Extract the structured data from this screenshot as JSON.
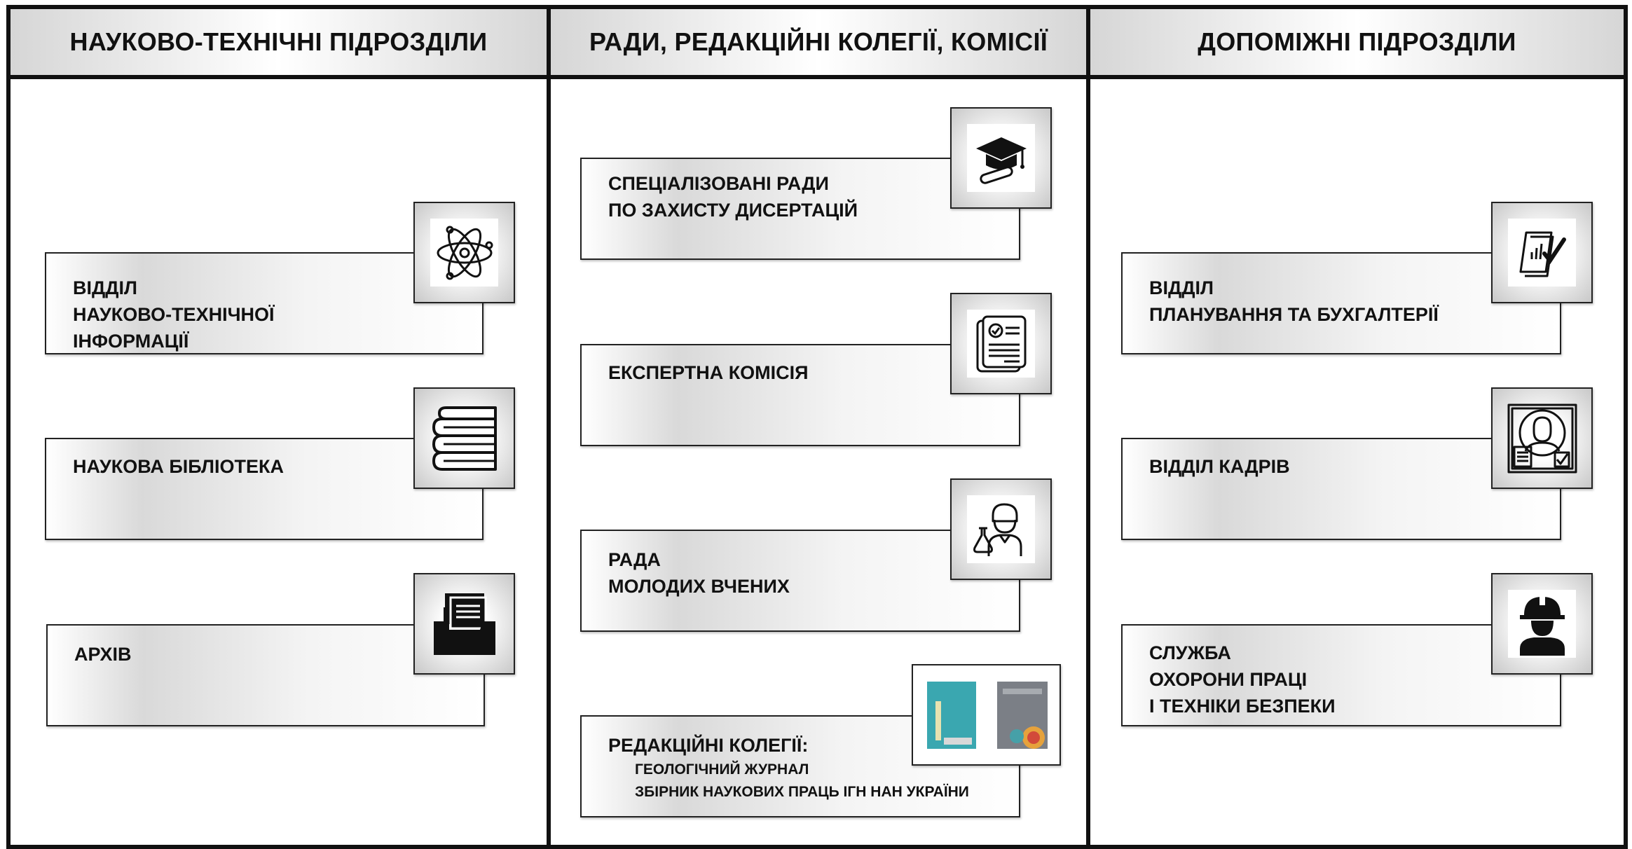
{
  "columns": [
    {
      "title": "НАУКОВО-ТЕХНІЧНІ ПІДРОЗДІЛИ",
      "items": [
        {
          "lines": [
            "ВІДДІЛ",
            "НАУКОВО-ТЕХНІЧНОЇ",
            "ІНФОРМАЦІЇ"
          ],
          "icon": "atom-icon"
        },
        {
          "lines": [
            "НАУКОВА БІБЛІОТЕКА"
          ],
          "icon": "books-icon"
        },
        {
          "lines": [
            "АРХІВ"
          ],
          "icon": "archive-icon"
        }
      ]
    },
    {
      "title": "РАДИ, РЕДАКЦІЙНІ КОЛЕГІЇ, КОМІСІЇ",
      "items": [
        {
          "lines": [
            "СПЕЦІАЛІЗОВАНІ РАДИ",
            "ПО ЗАХИСТУ ДИСЕРТАЦІЙ"
          ],
          "icon": "graduation-cap-icon"
        },
        {
          "lines": [
            "ЕКСПЕРТНА КОМІСІЯ"
          ],
          "icon": "document-checklist-icon"
        },
        {
          "lines": [
            "РАДА",
            "МОЛОДИХ ВЧЕНИХ"
          ],
          "icon": "scientist-icon"
        },
        {
          "lines": [
            "РЕДАКЦІЙНІ КОЛЕГІЇ:"
          ],
          "sublines": [
            "ГЕОЛОГІЧНИЙ ЖУРНАЛ",
            "ЗБІРНИК НАУКОВИХ ПРАЦЬ ІГН НАН УКРАЇНИ"
          ],
          "icon": "journal-covers-icon"
        }
      ]
    },
    {
      "title": "ДОПОМІЖНІ ПІДРОЗДІЛИ",
      "items": [
        {
          "lines": [
            "ВІДДІЛ",
            "ПЛАНУВАННЯ ТА БУХГАЛТЕРІЇ"
          ],
          "icon": "report-check-icon"
        },
        {
          "lines": [
            "ВІДДІЛ КАДРІВ"
          ],
          "icon": "hr-person-icon"
        },
        {
          "lines": [
            "СЛУЖБА",
            "ОХОРОНИ ПРАЦІ",
            "І ТЕХНІКИ БЕЗПЕКИ"
          ],
          "icon": "worker-helmet-icon"
        }
      ]
    }
  ]
}
